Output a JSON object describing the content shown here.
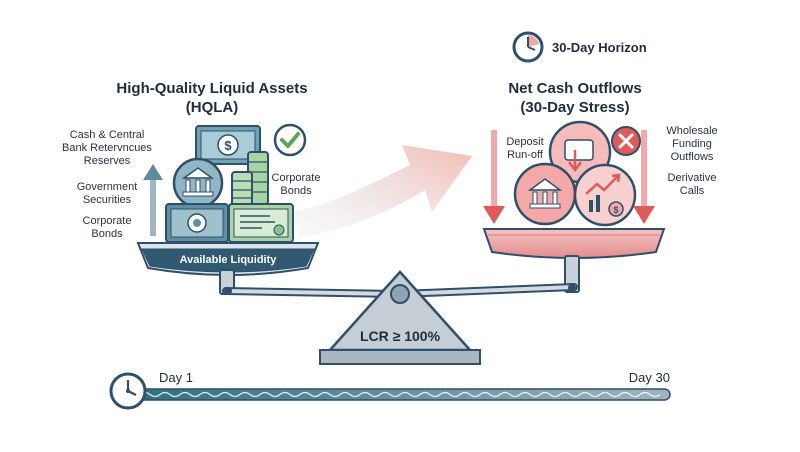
{
  "horizon": {
    "label": "30-Day Horizon"
  },
  "hqla": {
    "title_line1": "High-Quality Liquid Assets",
    "title_line2": "(HQLA)",
    "label_cash_line1": "Cash & Central",
    "label_cash_line2": "Bank Retervncues",
    "label_cash_line3": "Reserves",
    "label_gov_line1": "Government",
    "label_gov_line2": "Securities",
    "label_corp_left_line1": "Corporate",
    "label_corp_left_line2": "Bonds",
    "label_corp_right_line1": "Corporate",
    "label_corp_right_line2": "Bonds",
    "pan_label": "Available Liquidity"
  },
  "outflows": {
    "title_line1": "Net Cash Outflows",
    "title_line2": "(30-Day Stress)",
    "label_deposit_line1": "Deposit",
    "label_deposit_line2": "Run-off",
    "label_wholesale_line1": "Wholesale",
    "label_wholesale_line2": "Funding",
    "label_wholesale_line3": "Outflows",
    "label_derivative_line1": "Derivative",
    "label_derivative_line2": "Calls"
  },
  "fulcrum": {
    "label": "LCR ≥ 100%"
  },
  "timeline": {
    "start": "Day 1",
    "end": "Day 30"
  },
  "colors": {
    "navy": "#2f4f6b",
    "teal": "#3d6f82",
    "green": "#8dc48a",
    "red": "#e05a5a",
    "pink": "#f4b3b3",
    "grey": "#b9c4cc"
  }
}
